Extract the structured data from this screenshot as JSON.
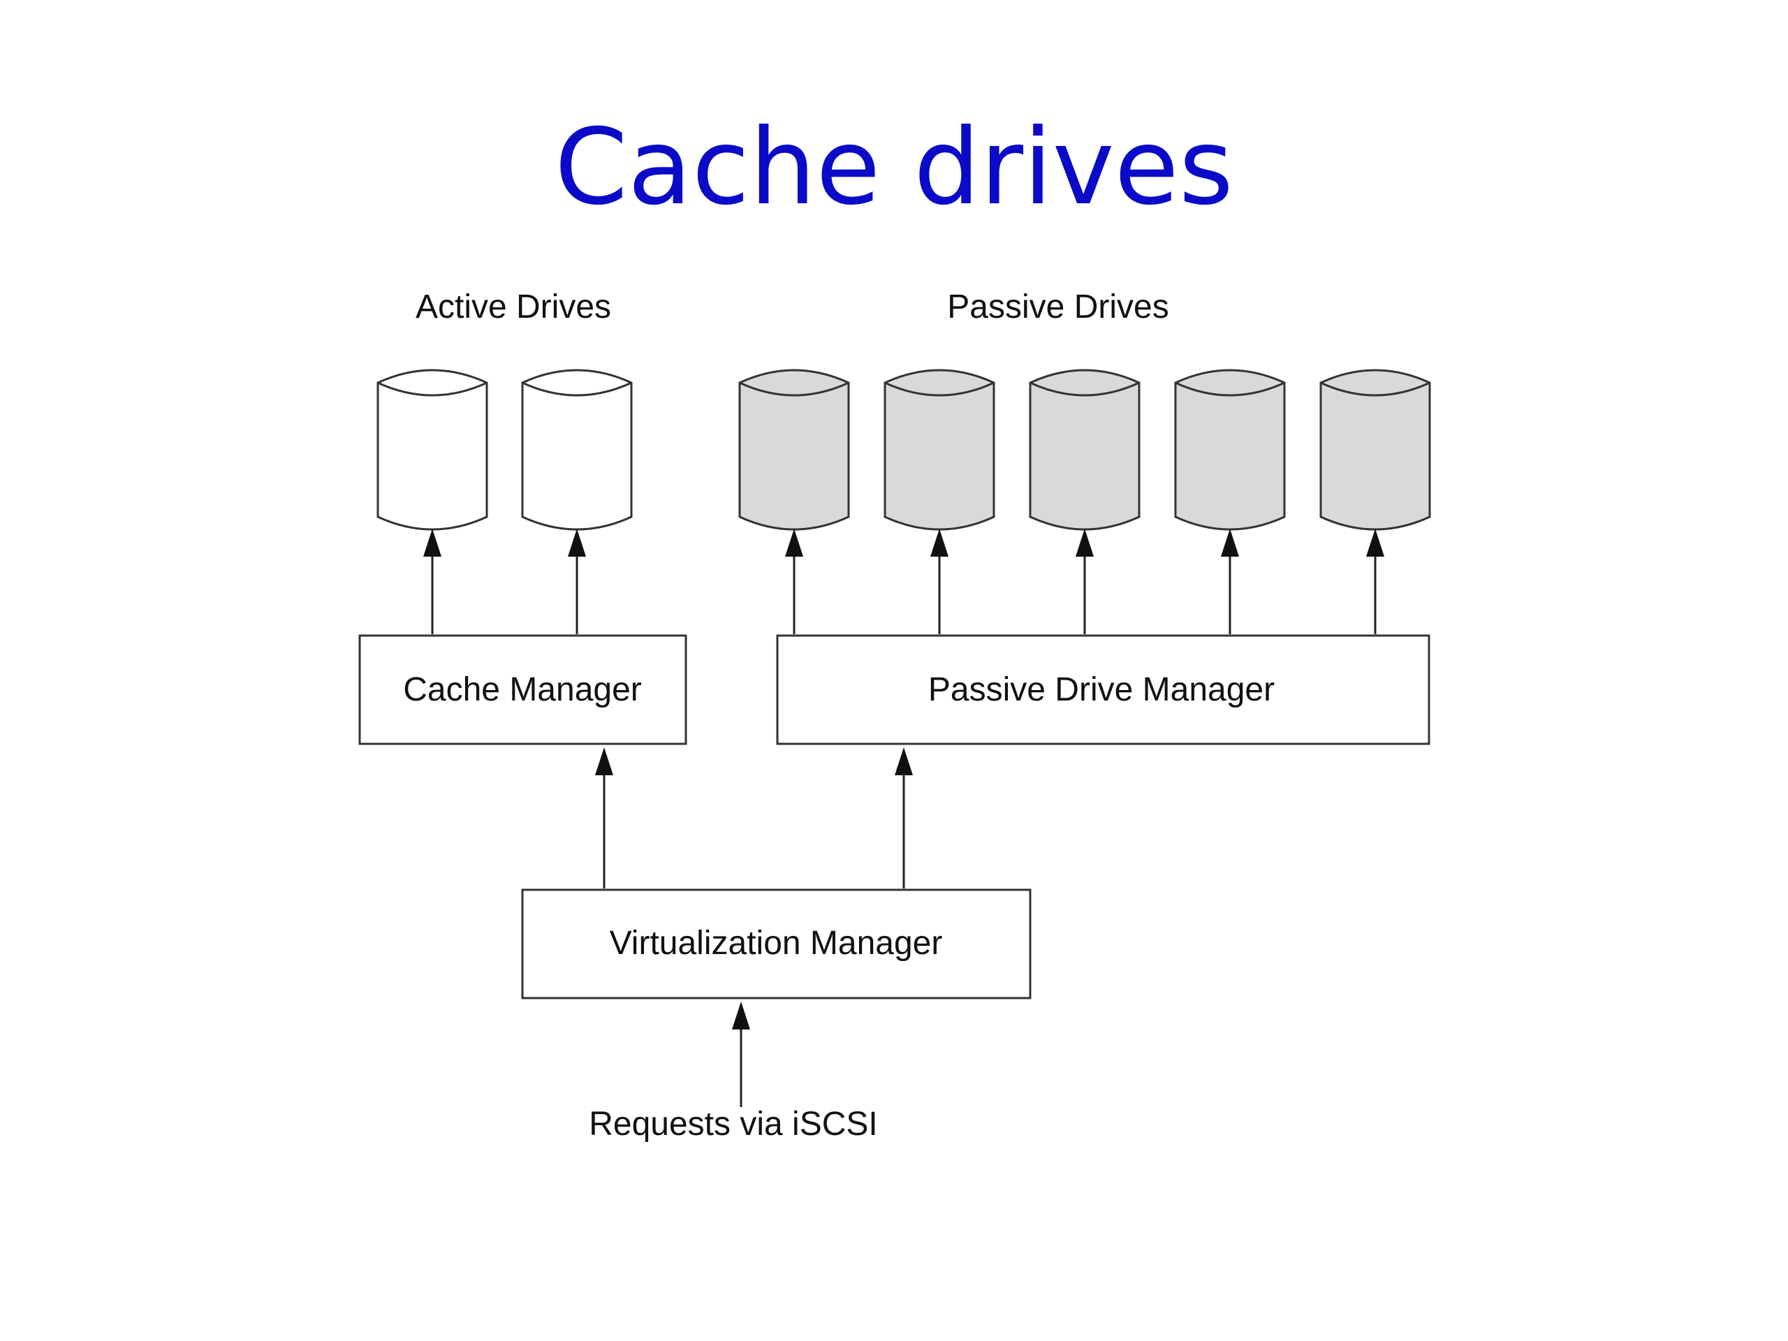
{
  "slide": {
    "title": "Cache drives"
  },
  "diagram": {
    "group_labels": {
      "active": "Active Drives",
      "passive": "Passive Drives"
    },
    "boxes": {
      "cache_manager": "Cache Manager",
      "passive_drive_manager": "Passive Drive Manager",
      "virtualization_manager": "Virtualization Manager"
    },
    "input_label": "Requests via iSCSI",
    "drive_colors": {
      "active": "#ffffff",
      "passive": "#d9d9d9"
    }
  }
}
